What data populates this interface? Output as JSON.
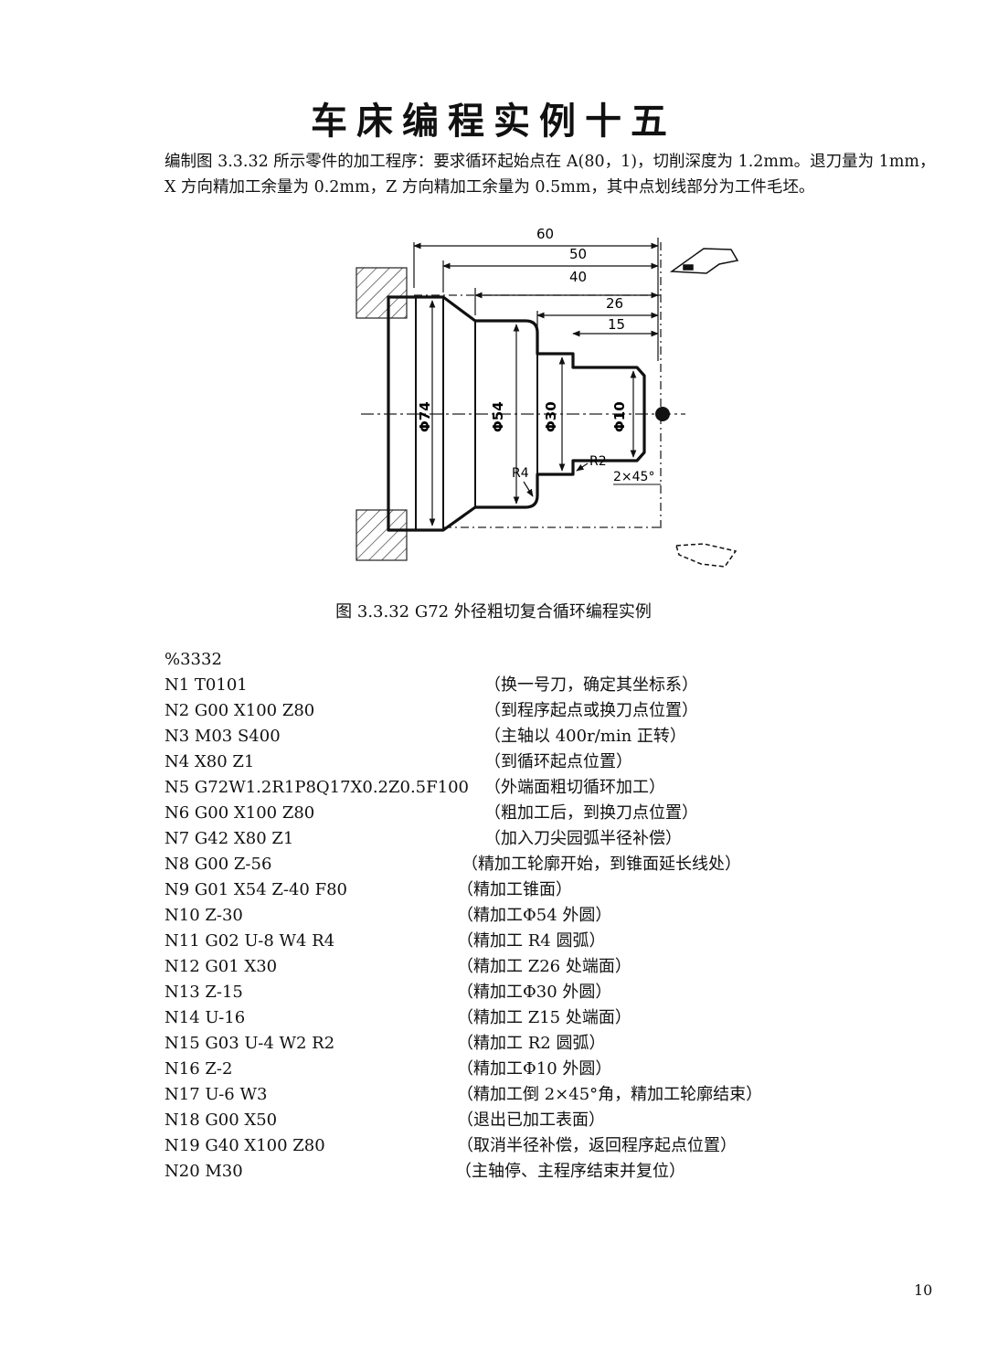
{
  "title": "车床编程实例十五",
  "intro": "编制图 3.3.32 所示零件的加工程序：要求循环起始点在 A(80，1)，切削深度为 1.2mm。退刀量为 1mm，X 方向精加工余量为 0.2mm，Z 方向精加工余量为 0.5mm，其中点划线部分为工件毛坯。",
  "figure": {
    "dimensions": [
      "60",
      "50",
      "40",
      "26",
      "15"
    ],
    "diameters": [
      "Φ74",
      "Φ54",
      "Φ30",
      "Φ10"
    ],
    "labels": {
      "r4": "R4",
      "r2": "R2",
      "chamfer": "2×45°"
    }
  },
  "caption": "图 3.3.32    G72 外径粗切复合循环编程实例",
  "program": {
    "number": "%3332",
    "lines": [
      {
        "code": "N1 T0101",
        "comment": "（换一号刀，确定其坐标系）"
      },
      {
        "code": "N2 G00 X100 Z80",
        "comment": "（到程序起点或换刀点位置）"
      },
      {
        "code": "N3 M03 S400",
        "comment": "（主轴以 400r/min 正转）"
      },
      {
        "code": "N4 X80 Z1",
        "comment": "（到循环起点位置）"
      },
      {
        "code": "N5 G72W1.2R1P8Q17X0.2Z0.5F100",
        "comment": "（外端面粗切循环加工）"
      },
      {
        "code": "N6 G00 X100 Z80",
        "comment": "（粗加工后，到换刀点位置）"
      },
      {
        "code": "N7 G42 X80 Z1",
        "comment": "（加入刀尖园弧半径补偿）"
      },
      {
        "code": "N8 G00 Z-56",
        "comment": "（精加工轮廓开始，到锥面延长线处）"
      },
      {
        "code": "N9 G01 X54 Z-40 F80",
        "comment": "（精加工锥面）"
      },
      {
        "code": "N10 Z-30",
        "comment": "（精加工Φ54 外圆）"
      },
      {
        "code": "N11 G02 U-8 W4 R4",
        "comment": "（精加工 R4 圆弧）"
      },
      {
        "code": "N12 G01 X30",
        "comment": "（精加工 Z26 处端面）"
      },
      {
        "code": "N13 Z-15",
        "comment": "（精加工Φ30 外圆）"
      },
      {
        "code": "N14 U-16",
        "comment": "（精加工 Z15 处端面）"
      },
      {
        "code": "N15 G03 U-4 W2 R2",
        "comment": "（精加工 R2 圆弧）"
      },
      {
        "code": "N16 Z-2",
        "comment": "（精加工Φ10 外圆）"
      },
      {
        "code": "N17 U-6 W3",
        "comment": "（精加工倒 2×45°角，精加工轮廓结束）"
      },
      {
        "code": "N18 G00 X50",
        "comment": "（退出已加工表面）"
      },
      {
        "code": "N19 G40 X100 Z80",
        "comment": "（取消半径补偿，返回程序起点位置）"
      },
      {
        "code": "N20 M30",
        "comment": "（主轴停、主程序结束并复位）"
      }
    ]
  },
  "page_number": "10"
}
